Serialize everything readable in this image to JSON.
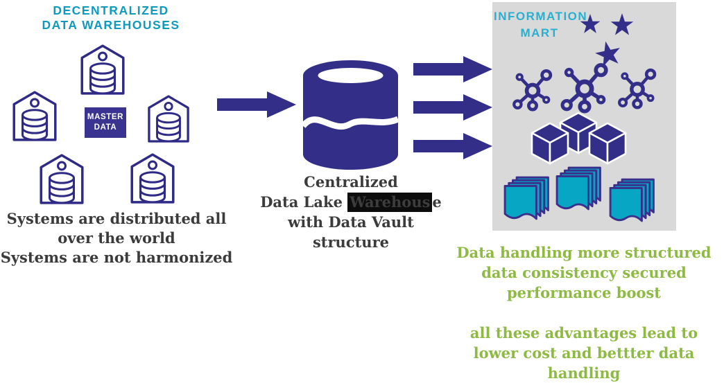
{
  "left": {
    "title_line1": "DECENTRALIZED",
    "title_line2": "DATA WAREHOUSES",
    "master_data": {
      "line1": "MASTER",
      "line2": "DATA"
    },
    "caption": [
      "Systems are distributed all",
      "over the world",
      "Systems are not harmonized"
    ]
  },
  "center": {
    "caption_line1": "Centralized",
    "caption_line2_prefix": "Data Lake ",
    "caption_line2_highlighted": "Warehous",
    "caption_line2_suffix": "e",
    "caption_line3": "with Data Vault",
    "caption_line4": "structure"
  },
  "right": {
    "title_line1": "INFORMATION",
    "title_line2": "MART",
    "benefits": [
      "Data handling more structured",
      "data consistency secured",
      "performance boost",
      "",
      "all these advantages lead to",
      "lower cost and bettter data",
      "handling"
    ]
  },
  "icons": {
    "warehouse": "warehouse-database-icon",
    "cylinder": "data-lake-cylinder-icon",
    "arrow": "flow-arrow-icon",
    "star": "star-icon",
    "hub": "network-hub-icon",
    "cubes": "cube-stack-icon",
    "documents": "document-stack-icon"
  },
  "colors": {
    "indigo": "#332e87",
    "left_title_cyan": "#0e9abc",
    "right_title_cyan": "#27b0d0",
    "document_teal": "#06a6c4",
    "benefit_green": "#8eba43",
    "panel_gray": "#d9d9d9",
    "dark_text": "#3b3b3b",
    "highlight_black": "#0c0c0c",
    "master_box_indigo": "#3a3490"
  }
}
